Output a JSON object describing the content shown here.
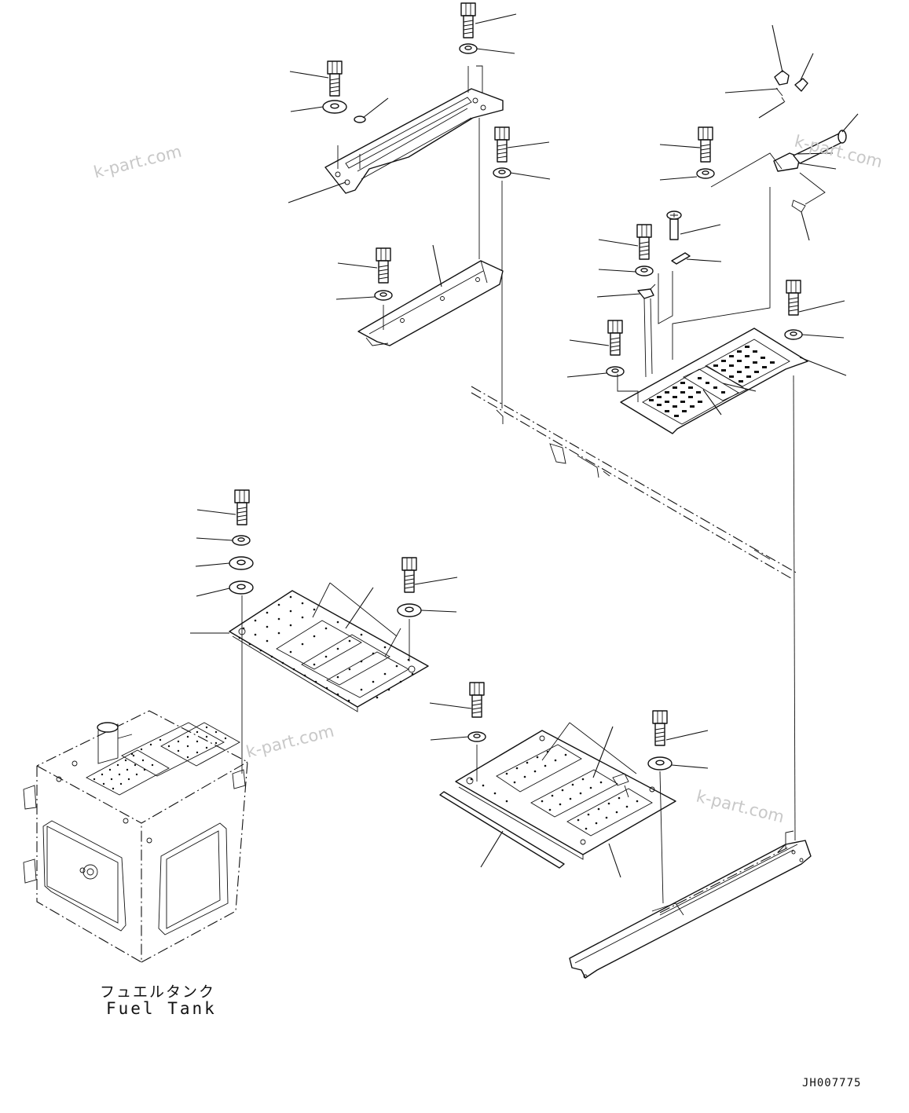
{
  "labels": {
    "fuel_tank_jp": "フュエルタンク",
    "fuel_tank_en": "Fuel Tank",
    "drawing_number": "JH007775"
  },
  "watermarks": [
    "k-part.com",
    "k-part.com",
    "k-part.com",
    "k-part.com"
  ],
  "colors": {
    "line": "#111111",
    "background": "#ffffff",
    "watermark": "#c8c8c8"
  }
}
